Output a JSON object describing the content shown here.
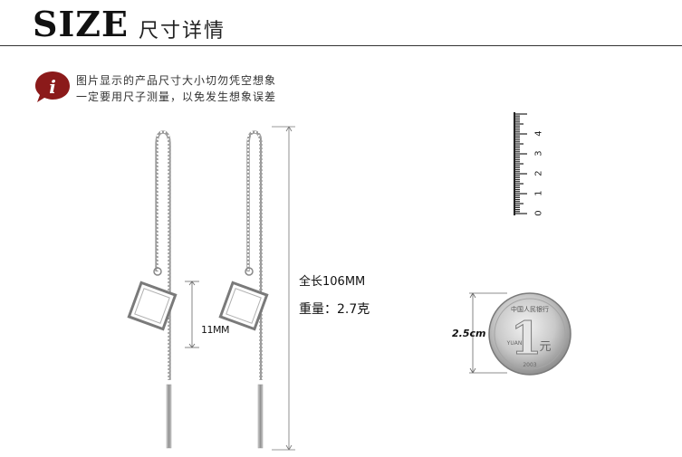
{
  "header": {
    "title_en": "SIZE",
    "title_cn": "尺寸详情"
  },
  "notice": {
    "line1": "图片显示的产品尺寸大小切勿凭空想象",
    "line2": "一定要用尺子测量，以免发生想象误差"
  },
  "measurements": {
    "total_length": "全长106MM",
    "weight": "重量：2.7克",
    "pendant_height": "11MM",
    "coin_diameter": "2.5cm"
  },
  "ruler": {
    "ticks": [
      "0",
      "1",
      "2",
      "3",
      "4"
    ]
  },
  "coin": {
    "value": "1",
    "unit": "元",
    "year": "2003",
    "top_text": "中国人民银行",
    "pinyin": "YUAN"
  },
  "colors": {
    "accent_red": "#8b1a1a",
    "silver": "#9a9a9a"
  }
}
